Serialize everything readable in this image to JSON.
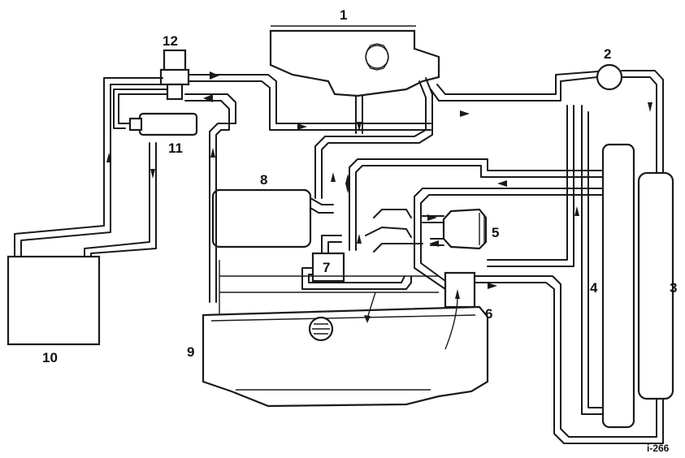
{
  "labels": {
    "l1": "1",
    "l2": "2",
    "l3": "3",
    "l4": "4",
    "l5": "5",
    "l6": "6",
    "l7": "7",
    "l8": "8",
    "l9": "9",
    "l10": "10",
    "l11": "11",
    "l12": "12"
  },
  "figure_ref": "i-266"
}
